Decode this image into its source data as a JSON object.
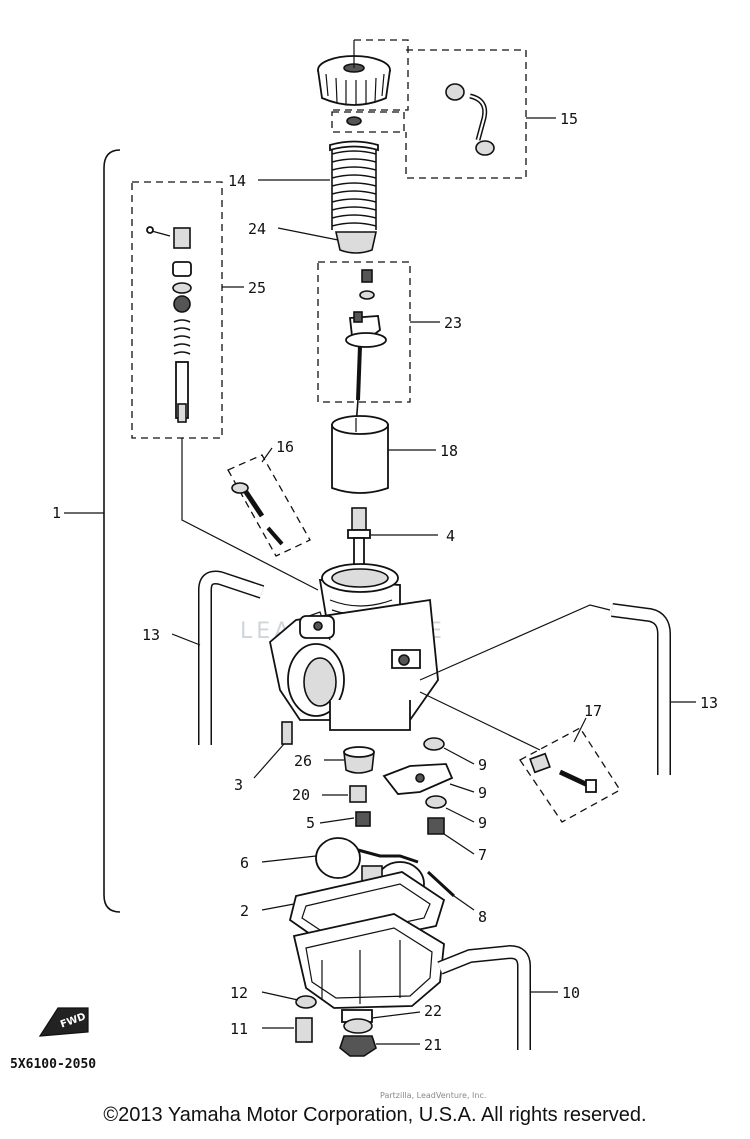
{
  "diagram": {
    "callouts": {
      "c1": "1",
      "c2": "2",
      "c3": "3",
      "c4": "4",
      "c5": "5",
      "c6": "6",
      "c7": "7",
      "c8": "8",
      "c9a": "9",
      "c9b": "9",
      "c9c": "9",
      "c10": "10",
      "c11": "11",
      "c12": "12",
      "c13a": "13",
      "c13b": "13",
      "c14": "14",
      "c15": "15",
      "c16": "16",
      "c17": "17",
      "c18": "18",
      "c20": "20",
      "c21": "21",
      "c22": "22",
      "c23": "23",
      "c24": "24",
      "c25": "25",
      "c26": "26"
    },
    "fwd_label": "FWD",
    "diagram_code": "5X6100-2050",
    "watermark": "LEADVENTURE",
    "fine_print": "Partzilla, LeadVenture, Inc."
  },
  "footer": {
    "copyright": "©2013 Yamaha Motor Corporation, U.S.A. All rights reserved."
  }
}
